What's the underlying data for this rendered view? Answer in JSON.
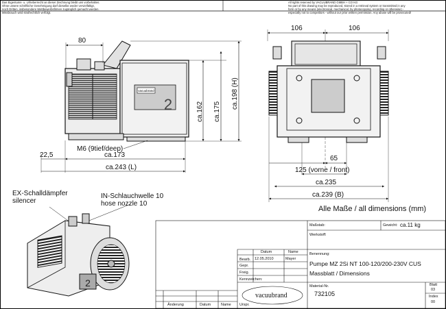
{
  "notes": {
    "left": [
      "Das Eigentums- u. Urheberrecht an dieser Zeichnung bleibt uns vorbehalten.",
      "Ohne unsere schriftliche Genehmigung darf dieselbe weder vervielfältigt,",
      "noch Dritten, insbesondere Wettbewerbsfirmen zugänglich gemacht werden.",
      "Missbrauch wird strafrechtlich verfolgt."
    ],
    "right": [
      "All rights reserved by VACUUBRAND GMBH + CO KG",
      "No part of this drawing may be reproduced, stored in a retrieval system or transmitted in any",
      "form or by any means (electronical, mechanical, by photocopying, recording or otherwise) -",
      "especially not to competitors - without our prior written permission. Any abuse will be prosecuted!"
    ]
  },
  "side_view": {
    "dim_80": "80",
    "dim_162": "ca.162",
    "dim_175": "ca.175",
    "dim_198": "ca.198 (H)",
    "dim_m6": "M6 (9tief/deep)",
    "dim_225": "22,5",
    "dim_173": "ca.173",
    "dim_243": "ca.243 (L)",
    "logo": "vacuubrand",
    "number": "2"
  },
  "front_view": {
    "dim_106_left": "106",
    "dim_106_right": "106",
    "dim_65": "65",
    "dim_125": "125 (vorne / front)",
    "dim_235": "ca.235",
    "dim_239": "ca.239 (B)"
  },
  "all_dims": "Alle Maße / all dimensions (mm)",
  "callouts": {
    "silencer_de": "EX-Schalldämpfer",
    "silencer_en": "silencer",
    "nozzle_de": "IN-Schlauchwelle 10",
    "nozzle_en": "hose nozzle 10"
  },
  "iso_label": "2",
  "title_block": {
    "massstab_label": "Maßstab:",
    "gewicht_label": "Gewicht:",
    "gewicht_value": "ca.11 kg",
    "werkstoff_label": "Werkstoff:",
    "benennung_label": "Benennung:",
    "datum_label": "Datum",
    "name_label": "Name",
    "bearb_label": "Bearb.",
    "bearb_date": "12.05.2010",
    "bearb_name": "Mayer",
    "gepr_label": "Gepr.",
    "frei_label": "Freig.",
    "kennzeichen_label": "Kennzeichen:",
    "title_line1": "Pumpe MZ 2Si NT 100-120/200-230V CUS",
    "title_line2": "Massblatt / Dimensions",
    "material_label": "Material-Nr.",
    "material_value": "732105",
    "blatt_label": "Blatt",
    "blatt_value": "03",
    "index_label": "Index",
    "index_value": "00",
    "aenderung_label": "Änderung",
    "datum2_label": "Datum",
    "name2_label": "Name",
    "urspr_label": "Urspr.",
    "logo": "vacuubrand"
  }
}
